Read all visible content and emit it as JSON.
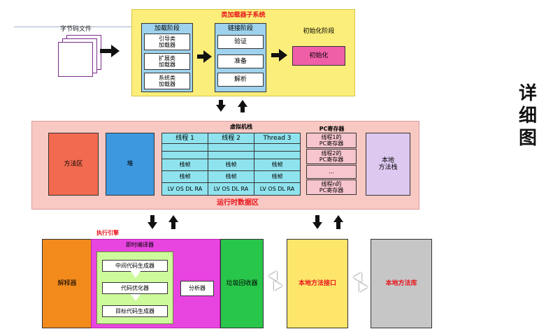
{
  "side_label": "详\n细\n图",
  "bytecode": {
    "label": "字节码文件"
  },
  "class_loader": {
    "title": "类加载器子系统",
    "loading": {
      "title": "加载阶段",
      "items": [
        "引导类\n加载器",
        "扩展类\n加载器",
        "系统类\n加载器"
      ]
    },
    "linking": {
      "title": "链接阶段",
      "items": [
        "验证",
        "准备",
        "解析"
      ]
    },
    "init": {
      "title": "初始化阶段",
      "item": "初始化"
    }
  },
  "runtime": {
    "title": "运行时数据区",
    "vm_stack_title": "虚拟机栈",
    "pc_title": "PC寄存器",
    "method_area": "方法区",
    "heap": "堆",
    "threads": [
      "线程 1",
      "线程 2",
      "Thread 3"
    ],
    "frame_label": "栈帧",
    "frame_detail": "LV OS DL RA",
    "pc_items": [
      "线程1的\nPC寄存器",
      "线程2的\nPC寄存器",
      "...",
      "线程n的\nPC寄存器"
    ],
    "native_stack": "本地\n方法栈"
  },
  "exec": {
    "title": "执行引擎",
    "interpreter": "解释器",
    "jit_title": "即时编译器",
    "jit_steps": [
      "中间代码生成器",
      "代码优化器",
      "目标代码生成器"
    ],
    "analyzer": "分析器",
    "gc": "垃圾回收器"
  },
  "native": {
    "interface": "本地方法接口",
    "library": "本地方法库"
  },
  "colors": {
    "loader_bg": "#fbee7a",
    "phase_bg": "#9fd2ec",
    "init_bg": "#ef5fa8",
    "runtime_bg": "#f8c9c3",
    "method_area": "#f26a4f",
    "heap": "#3d98e0",
    "thread_bg": "#8fe3ee",
    "pc_bg": "#f6c5cd",
    "native_stack": "#ddc8f0",
    "interpreter": "#f28a1c",
    "exec_bg": "#e845e0",
    "jit_bg": "#cdfa9a",
    "gc": "#28c64a",
    "native_interface": "#fde66a",
    "native_library": "#c6c6c6",
    "red_text": "#e8141c"
  }
}
